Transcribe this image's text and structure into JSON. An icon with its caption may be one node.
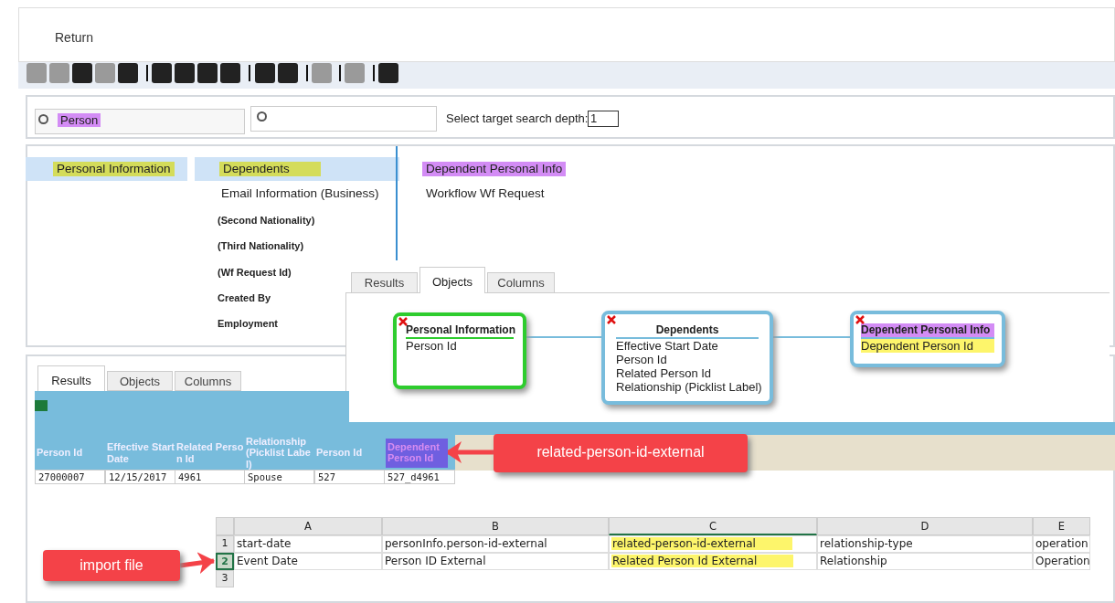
{
  "diagram": {
    "nodes": [
      {
        "text": [
          "Personal Information",
          "Person Id"
        ]
      },
      {
        "text": [
          "Dependents",
          "Effective Start Date",
          "Person Id",
          "Related Person Id",
          "Relationship (Picklist Label)"
        ]
      },
      {
        "text": [
          "Dependent Personal Info",
          "Dependent Person Id"
        ]
      },
      {
        "text": [
          "Dependent Person Id"
        ]
      },
      {
        "text": [
          "related-person-id-external"
        ]
      },
      {
        "text": [
          "2"
        ]
      },
      {
        "text": [
          "import file"
        ]
      }
    ],
    "edges": [
      {
        "from": 0,
        "to": 1,
        "arrow": "none"
      },
      {
        "from": 1,
        "to": 2,
        "arrow": "none"
      },
      {
        "from": 4,
        "to": 3,
        "arrow": "to",
        "style": "thick",
        "color": "#f44248"
      },
      {
        "from": 6,
        "to": 5,
        "arrow": "to",
        "style": "thick",
        "color": "#f44248"
      }
    ],
    "labels": [
      "Return",
      "Person",
      "Select target search depth:",
      "1",
      "Personal Information",
      "Dependents",
      "Dependent Personal Info",
      "Email Information (Business)",
      "Workflow Wf Request",
      "(Second Nationality)",
      "(Third Nationality)",
      "(Wf Request Id)",
      "Created By",
      "Employment",
      "Results",
      "Objects",
      "Columns",
      "Results",
      "Objects",
      "Columns",
      "Person Id",
      "Effective Start Date",
      "Related Person Id",
      "Relationship (Picklist Label)",
      "Person Id",
      "27000007",
      "12/15/2017",
      "4961",
      "Spouse",
      "527",
      "527_d4961",
      "A",
      "B",
      "C",
      "D",
      "E",
      "1",
      "start-date",
      "personInfo.person-id-external",
      "related-person-id-external",
      "relationship-type",
      "operation",
      "Event Date",
      "Person ID External",
      "Related Person Id External",
      "Relationship",
      "Operation",
      "3"
    ]
  }
}
